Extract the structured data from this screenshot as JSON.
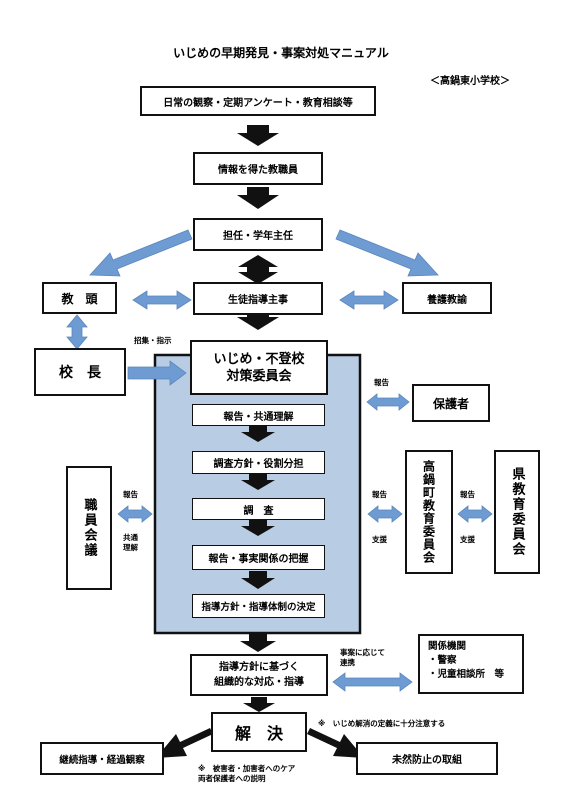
{
  "title": "いじめの早期発見・事案対処マニュアル",
  "school": "＜高鍋東小学校＞",
  "flow": {
    "observation": "日常の観察・定期アンケート・教育相談等",
    "informed_staff": "情報を得た教職員",
    "homeroom": "担任・学年主任",
    "head_teacher": "教　頭",
    "guidance_lead": "生徒指導主事",
    "nurse": "養護教諭",
    "principal": "校　長",
    "convene_label": "招集・指示",
    "committee": "いじめ・不登校\n対策委員会",
    "committee_steps": [
      "報告・共通理解",
      "調査方針・役割分担",
      "調　査",
      "報告・事実関係の把握",
      "指導方針・指導体制の決定"
    ],
    "staff_meeting": "職員会議",
    "staff_meeting_label1": "報告",
    "staff_meeting_label2": "共通\n理解",
    "guardian": "保護者",
    "guardian_label": "報告",
    "town_board": "高鍋町教育委員会",
    "town_label1": "報告",
    "town_label2": "支援",
    "pref_board": "県教育委員会",
    "pref_label1": "報告",
    "pref_label2": "支援",
    "response": "指導方針に基づく\n組織的な対応・指導",
    "agencies_note": "事案に応じて\n連携",
    "agencies_title": "関係機関",
    "agencies": [
      "・警察",
      "・児童相談所　等"
    ],
    "resolution": "解　決",
    "resolution_note": "※　いじめ解消の定義に十分注意する",
    "continued": "継続指導・経過観察",
    "prevention": "未然防止の取組",
    "care_note": "※　被害者・加害者へのケア\n両者保護者への説明"
  },
  "colors": {
    "committee_fill": "#b8cce4",
    "blue_arrow": "#6e9bd2",
    "black_arrow": "#111111"
  }
}
